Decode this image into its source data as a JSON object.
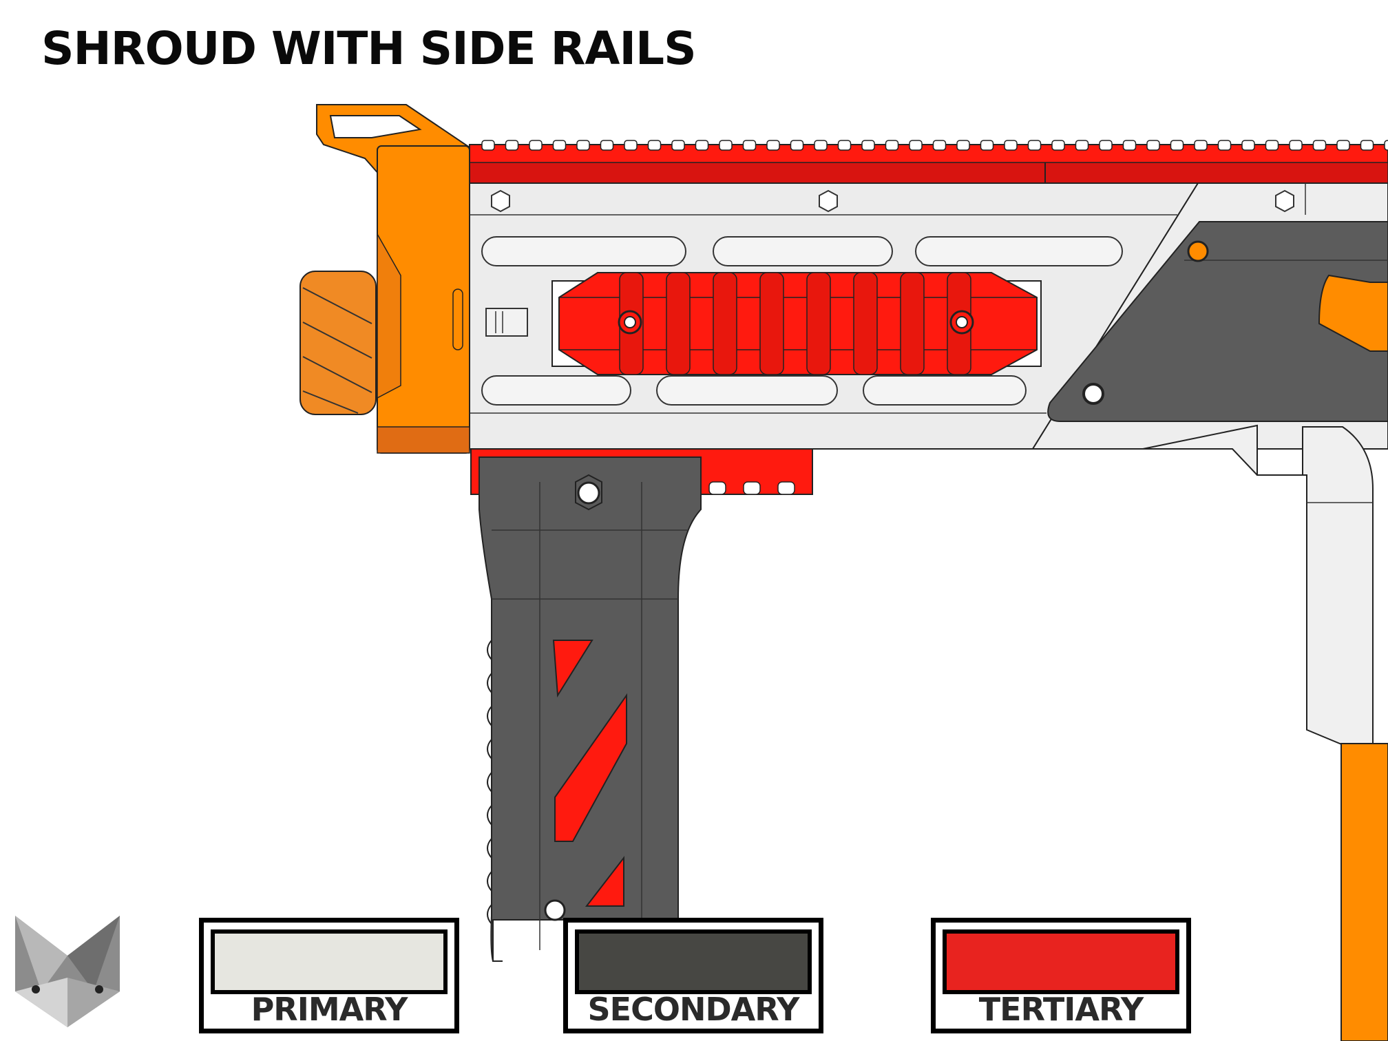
{
  "title": "SHROUD WITH SIDE RAILS",
  "legend": [
    {
      "label": "PRIMARY",
      "color": "#e6e6e0"
    },
    {
      "label": "SECONDARY",
      "color": "#474743"
    },
    {
      "label": "TERTIARY",
      "color": "#e8231f"
    }
  ],
  "palette": {
    "orange": "#ff8c00",
    "red": "#ff1a0f",
    "light_grey": "#ececec",
    "dark_grey": "#5a5a5a"
  },
  "icons": [
    "fox-logo-icon"
  ]
}
